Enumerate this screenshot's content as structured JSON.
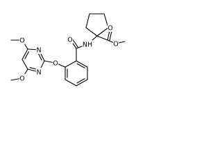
{
  "molecule": {
    "atom_labels": {
      "ome_top_o": "O",
      "ome_bot_o": "O",
      "n_top": "N",
      "n_bot": "N",
      "ether_o": "O",
      "amide_o": "O",
      "nh": "NH",
      "ester_carbonyl_o": "O",
      "ester_o": "O"
    },
    "colors": {
      "bond": "#000000",
      "text": "#000000",
      "background": "#ffffff"
    }
  }
}
